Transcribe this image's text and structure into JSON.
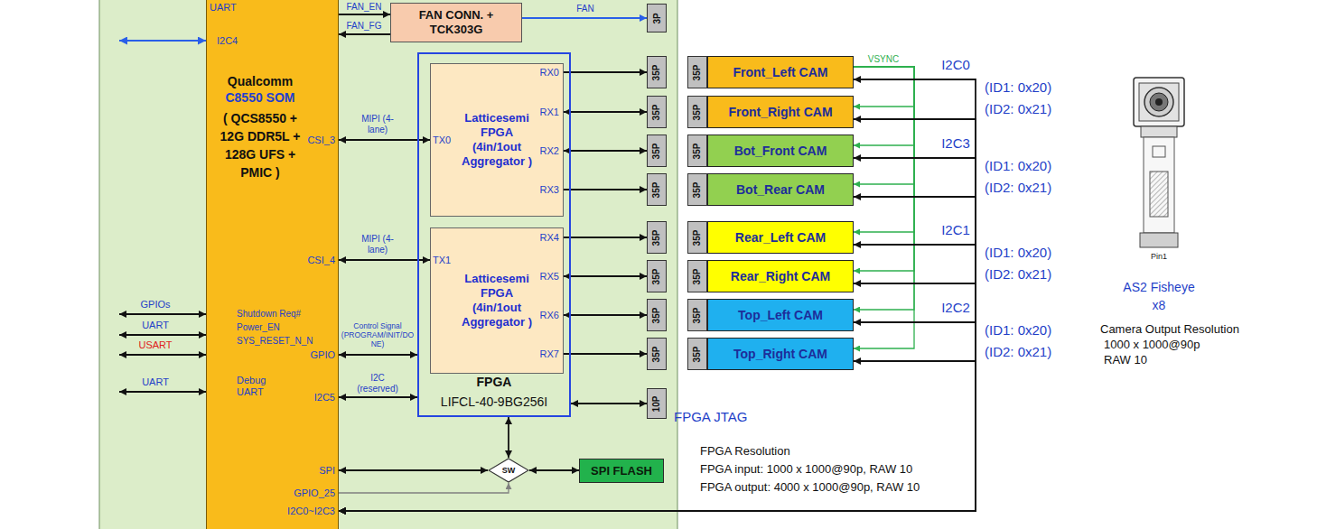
{
  "diagram": {
    "nodes": [
      {
        "text": [
          "Qualcomm",
          "C8550 SOM",
          "( QCS8550 + 12G DDR5L + 128G UFS + PMIC )"
        ]
      },
      {
        "text": [
          "FAN CONN. + TCK303G"
        ]
      },
      {
        "text": [
          "3P"
        ]
      },
      {
        "text": [
          "FPGA",
          "LIFCL-40-9BG256I"
        ]
      },
      {
        "text": [
          "Latticesemi FPGA (4in/1out Aggregator )"
        ],
        "in": 3
      },
      {
        "text": [
          "Latticesemi FPGA (4in/1out Aggregator )"
        ],
        "in": 3
      },
      {
        "text": [
          "35P"
        ]
      },
      {
        "text": [
          "35P"
        ]
      },
      {
        "text": [
          "35P"
        ]
      },
      {
        "text": [
          "35P"
        ]
      },
      {
        "text": [
          "35P"
        ]
      },
      {
        "text": [
          "35P"
        ]
      },
      {
        "text": [
          "35P"
        ]
      },
      {
        "text": [
          "35P"
        ]
      },
      {
        "text": [
          "10P"
        ]
      },
      {
        "text": [
          "35P"
        ]
      },
      {
        "text": [
          "35P"
        ]
      },
      {
        "text": [
          "35P"
        ]
      },
      {
        "text": [
          "35P"
        ]
      },
      {
        "text": [
          "35P"
        ]
      },
      {
        "text": [
          "35P"
        ]
      },
      {
        "text": [
          "35P"
        ]
      },
      {
        "text": [
          "35P"
        ]
      },
      {
        "text": [
          "Front_Left CAM"
        ]
      },
      {
        "text": [
          "Front_Right CAM"
        ]
      },
      {
        "text": [
          "Bot_Front CAM"
        ]
      },
      {
        "text": [
          "Bot_Rear CAM"
        ]
      },
      {
        "text": [
          "Rear_Left CAM"
        ]
      },
      {
        "text": [
          "Rear_Right CAM"
        ]
      },
      {
        "text": [
          "Top_Left CAM"
        ]
      },
      {
        "text": [
          "Top_Right CAM"
        ]
      },
      {
        "text": [
          "SW"
        ]
      },
      {
        "text": [
          "SPI FLASH"
        ]
      }
    ],
    "edges": [
      {
        "from": 0,
        "to": 1,
        "label": "FAN_EN",
        "arrow": "to"
      },
      {
        "from": 1,
        "to": 0,
        "label": "FAN_FG",
        "arrow": "to"
      },
      {
        "from": 1,
        "to": 2,
        "label": "FAN",
        "arrow": "to"
      },
      {
        "from": 0,
        "to": 4,
        "label": "MIPI (4-lane)",
        "arrow": "both"
      },
      {
        "from": 0,
        "to": 5,
        "label": "MIPI (4-lane)",
        "arrow": "both"
      },
      {
        "from": 0,
        "to": 3,
        "label": "Control Signal (PROGRAM/INIT/DONE)",
        "arrow": "both"
      },
      {
        "from": 0,
        "to": 3,
        "label": "I2C (reserved)",
        "arrow": "both"
      },
      {
        "from": 4,
        "to": 6,
        "arrow": "to"
      },
      {
        "from": 4,
        "to": 7,
        "arrow": "both"
      },
      {
        "from": 4,
        "to": 8,
        "arrow": "both"
      },
      {
        "from": 4,
        "to": 9,
        "arrow": "to"
      },
      {
        "from": 5,
        "to": 10,
        "arrow": "to"
      },
      {
        "from": 5,
        "to": 11,
        "arrow": "both"
      },
      {
        "from": 5,
        "to": 12,
        "arrow": "both"
      },
      {
        "from": 5,
        "to": 13,
        "arrow": "to"
      },
      {
        "from": 3,
        "to": 14,
        "arrow": "both"
      },
      {
        "from": 0,
        "to": 31,
        "arrow": "both"
      },
      {
        "from": 0,
        "to": 31,
        "arrow": "to"
      },
      {
        "from": 3,
        "to": 31,
        "arrow": "both"
      },
      {
        "from": 31,
        "to": 32,
        "arrow": "both"
      },
      {
        "from": 23,
        "to": 24,
        "label": "VSYNC",
        "arrow": "to"
      },
      {
        "from": 23,
        "to": 25,
        "arrow": "to"
      },
      {
        "from": 23,
        "to": 26,
        "arrow": "to"
      },
      {
        "from": 23,
        "to": 27,
        "arrow": "to"
      },
      {
        "from": 23,
        "to": 28,
        "arrow": "to"
      },
      {
        "from": 23,
        "to": 29,
        "arrow": "to"
      },
      {
        "from": 23,
        "to": 30,
        "arrow": "to"
      },
      {
        "from": 0,
        "to": 23,
        "label": "I2C0",
        "arrow": "both"
      },
      {
        "from": 0,
        "to": 24,
        "arrow": "both"
      },
      {
        "from": 0,
        "to": 25,
        "label": "I2C3",
        "arrow": "both"
      },
      {
        "from": 0,
        "to": 26,
        "arrow": "both"
      },
      {
        "from": 0,
        "to": 27,
        "label": "I2C1",
        "arrow": "both"
      },
      {
        "from": 0,
        "to": 28,
        "arrow": "both"
      },
      {
        "from": 0,
        "to": 29,
        "label": "I2C2",
        "arrow": "both"
      },
      {
        "from": 0,
        "to": 30,
        "arrow": "both"
      }
    ],
    "labels": [
      "UART",
      "I2C4",
      "CSI_3",
      "CSI_4",
      "Shutdown Req#",
      "Power_EN",
      "SYS_RESET_N_N",
      "GPIO",
      "Debug UART",
      "I2C5",
      "SPI",
      "GPIO_25",
      "I2C0~I2C3",
      "GPIOs",
      "UART",
      "USART",
      "UART",
      "TX0",
      "RX0",
      "RX1",
      "RX2",
      "RX3",
      "TX1",
      "RX4",
      "RX5",
      "RX6",
      "RX7",
      "FPGA JTAG",
      "FPGA Resolution",
      "FPGA input: 1000 x 1000@90p, RAW 10",
      "FPGA output: 4000 x 1000@90p, RAW 10",
      "(ID1: 0x20)",
      "(ID2: 0x21)",
      "(ID1: 0x20)",
      "(ID2: 0x21)",
      "(ID1: 0x20)",
      "(ID2: 0x21)",
      "(ID1: 0x20)",
      "(ID2: 0x21)",
      "Pin1",
      "AS2 Fisheye",
      "x8",
      "Camera Output Resolution",
      "1000 x 1000@90p",
      "RAW 10"
    ]
  }
}
